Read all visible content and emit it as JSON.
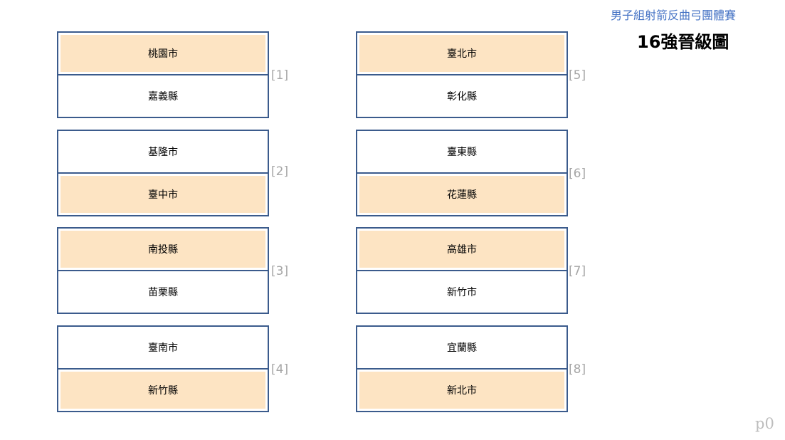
{
  "header": {
    "event_title": "男子組射箭反曲弓團體賽",
    "bracket_title": "16強晉級圖"
  },
  "matches": [
    {
      "label": "[1]",
      "teams": [
        {
          "name": "桃園市",
          "winner": true
        },
        {
          "name": "嘉義縣",
          "winner": false
        }
      ]
    },
    {
      "label": "[2]",
      "teams": [
        {
          "name": "基隆市",
          "winner": false
        },
        {
          "name": "臺中市",
          "winner": true
        }
      ]
    },
    {
      "label": "[3]",
      "teams": [
        {
          "name": "南投縣",
          "winner": true
        },
        {
          "name": "苗栗縣",
          "winner": false
        }
      ]
    },
    {
      "label": "[4]",
      "teams": [
        {
          "name": "臺南市",
          "winner": false
        },
        {
          "name": "新竹縣",
          "winner": true
        }
      ]
    },
    {
      "label": "[5]",
      "teams": [
        {
          "name": "臺北市",
          "winner": true
        },
        {
          "name": "彰化縣",
          "winner": false
        }
      ]
    },
    {
      "label": "[6]",
      "teams": [
        {
          "name": "臺東縣",
          "winner": false
        },
        {
          "name": "花蓮縣",
          "winner": true
        }
      ]
    },
    {
      "label": "[7]",
      "teams": [
        {
          "name": "高雄市",
          "winner": true
        },
        {
          "name": "新竹市",
          "winner": false
        }
      ]
    },
    {
      "label": "[8]",
      "teams": [
        {
          "name": "宜蘭縣",
          "winner": false
        },
        {
          "name": "新北市",
          "winner": true
        }
      ]
    }
  ],
  "page_label": "p0",
  "colors": {
    "border": "#3B5B8C",
    "winner": "#FDE4C3",
    "event": "#4472C4",
    "label": "#A6A6A6",
    "page": "#BDBDBD"
  }
}
